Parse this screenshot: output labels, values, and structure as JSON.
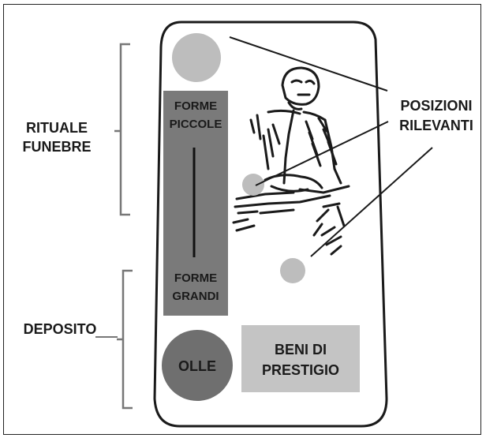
{
  "labels": {
    "rituale_line1": "RITUALE",
    "rituale_line2": "FUNEBRE",
    "deposito": "DEPOSITO",
    "posizioni_line1": "POSIZIONI",
    "posizioni_line2": "RILEVANTI",
    "forme_piccole_line1": "FORME",
    "forme_piccole_line2": "PICCOLE",
    "forme_grandi_line1": "FORME",
    "forme_grandi_line2": "GRANDI",
    "olle": "OLLE",
    "beni_line1": "BENI DI",
    "beni_line2": "PRESTIGIO"
  },
  "colors": {
    "circle_light": "#bdbdbd",
    "bar_dark": "#7a7a7a",
    "olle_fill": "#6f6f6f",
    "beni_fill": "#c4c4c4",
    "stroke": "#1a1a1a",
    "bracket": "#777777"
  },
  "icons": {
    "skeleton": "seated-skeleton-drawing"
  }
}
